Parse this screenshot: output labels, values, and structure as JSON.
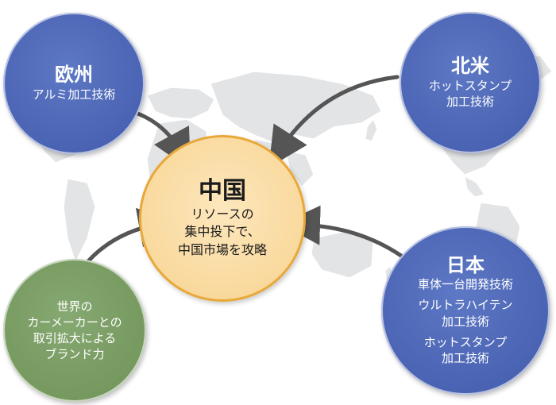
{
  "colors": {
    "blue_node": "#4a63b3",
    "green_node": "#76995f",
    "center_fill": "#f9d99d",
    "center_border": "#e8a83a",
    "arrow": "#555555",
    "map": "#e3e4e6"
  },
  "nodes": {
    "europe": {
      "title": "欧州",
      "lines": [
        "アルミ加工技術"
      ]
    },
    "north_america": {
      "title": "北米",
      "lines": [
        "ホットスタンプ",
        "加工技術"
      ]
    },
    "china": {
      "title": "中国",
      "lines": [
        "リソースの",
        "集中投下で、",
        "中国市場を攻略"
      ]
    },
    "brand": {
      "lines": [
        "世界の",
        "カーメーカーとの",
        "取引拡大による",
        "ブランド力"
      ]
    },
    "japan": {
      "title": "日本",
      "lines": [
        "車体一台開発技術",
        "ウルトラハイテン",
        "加工技術",
        "ホットスタンプ",
        "加工技術"
      ]
    }
  }
}
